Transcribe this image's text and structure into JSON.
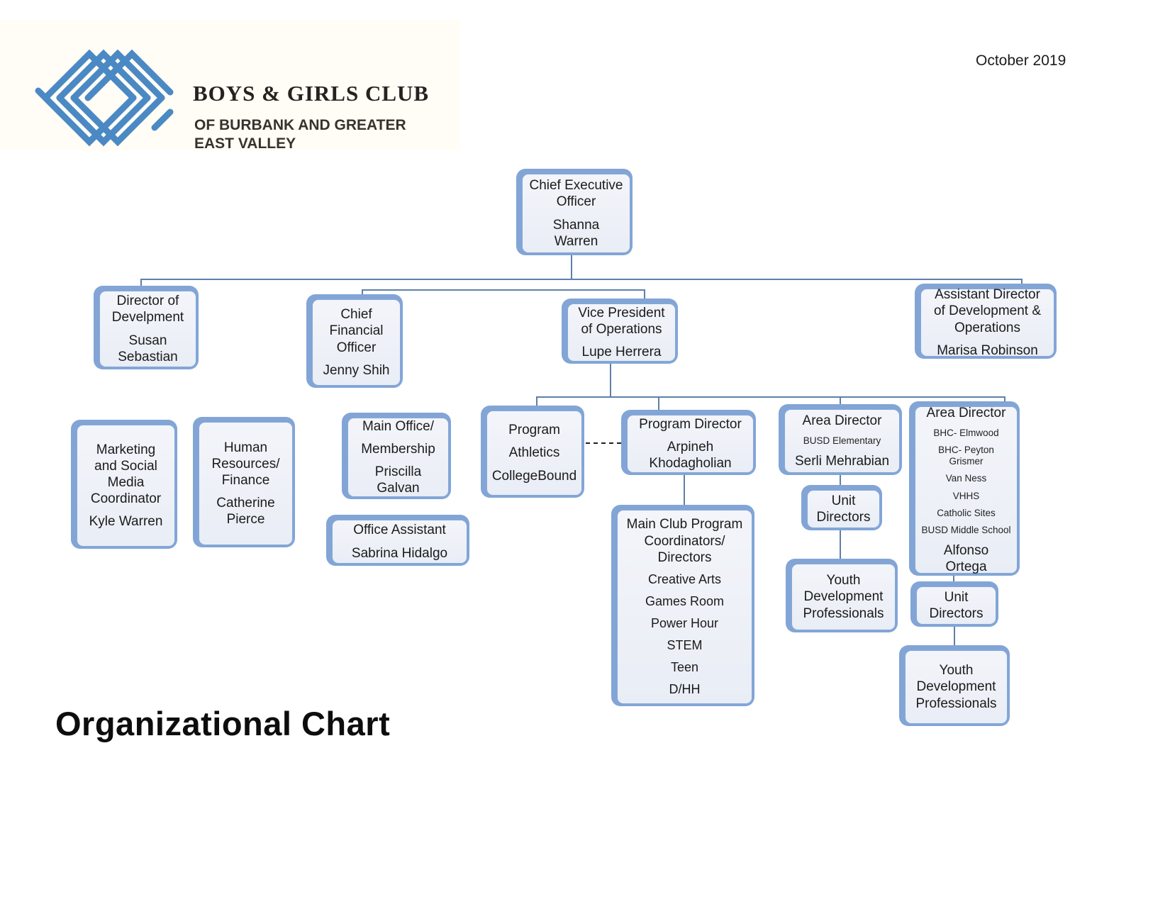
{
  "meta": {
    "date": "October 2019",
    "page_title": "Organizational Chart"
  },
  "logo": {
    "mark": "bgca-interlocking-hands-icon",
    "mark_color": "#4a89c4",
    "title": "BOYS & GIRLS CLUB",
    "subtitle": "OF BURBANK AND GREATER\nEAST VALLEY"
  },
  "colors": {
    "node_back": "#82a5d6",
    "node_fill": "#eef1f8",
    "node_border": "#85a8da",
    "connector": "#5d80a9",
    "dashed_connector": "#1f1f1f"
  },
  "nodes": [
    {
      "id": "ceo",
      "lines": [
        {
          "text": "Chief Executive\nOfficer",
          "style": "title"
        },
        {
          "text": "Shanna\nWarren",
          "style": "name"
        }
      ]
    },
    {
      "id": "dod",
      "lines": [
        {
          "text": "Director of\nDevelpment",
          "style": "title"
        },
        {
          "text": "Susan\nSebastian",
          "style": "name"
        }
      ]
    },
    {
      "id": "cfo",
      "lines": [
        {
          "text": "Chief\nFinancial\nOfficer",
          "style": "title"
        },
        {
          "text": "Jenny Shih",
          "style": "name"
        }
      ]
    },
    {
      "id": "vp",
      "lines": [
        {
          "text": "Vice President\nof Operations",
          "style": "title"
        },
        {
          "text": "Lupe Herrera",
          "style": "name"
        }
      ]
    },
    {
      "id": "asst",
      "lines": [
        {
          "text": "Assistant Director\nof Development &\nOperations",
          "style": "title"
        },
        {
          "text": "Marisa Robinson",
          "style": "name"
        }
      ]
    },
    {
      "id": "mkt",
      "lines": [
        {
          "text": "Marketing\nand Social\nMedia\nCoordinator",
          "style": "title"
        },
        {
          "text": "Kyle Warren",
          "style": "name"
        }
      ]
    },
    {
      "id": "hr",
      "lines": [
        {
          "text": "Human\nResources/\nFinance",
          "style": "title"
        },
        {
          "text": "Catherine\nPierce",
          "style": "name"
        }
      ]
    },
    {
      "id": "office",
      "lines": [
        {
          "text": "Main Office/",
          "style": "title"
        },
        {
          "text": "Membership",
          "style": "title"
        },
        {
          "text": "Priscilla\nGalvan",
          "style": "name"
        }
      ]
    },
    {
      "id": "oa",
      "lines": [
        {
          "text": "Office Assistant",
          "style": "title"
        },
        {
          "text": "Sabrina Hidalgo",
          "style": "name"
        }
      ]
    },
    {
      "id": "prog",
      "lines": [
        {
          "text": "Program",
          "style": "title"
        },
        {
          "text": "Athletics",
          "style": "title"
        },
        {
          "text": "CollegeBound",
          "style": "title"
        }
      ]
    },
    {
      "id": "pd",
      "lines": [
        {
          "text": "Program Director",
          "style": "title"
        },
        {
          "text": "Arpineh\nKhodagholian",
          "style": "name"
        }
      ]
    },
    {
      "id": "adl",
      "lines": [
        {
          "text": "Area Director",
          "style": "title"
        },
        {
          "text": "BUSD Elementary",
          "style": "small"
        },
        {
          "text": "Serli Mehrabian",
          "style": "name"
        }
      ]
    },
    {
      "id": "adr",
      "lines": [
        {
          "text": "Area Director",
          "style": "title"
        },
        {
          "text": "BHC- Elmwood",
          "style": "small"
        },
        {
          "text": "BHC- Peyton\nGrismer",
          "style": "small"
        },
        {
          "text": "Van Ness",
          "style": "small"
        },
        {
          "text": "VHHS",
          "style": "small"
        },
        {
          "text": "Catholic Sites",
          "style": "small"
        },
        {
          "text": "BUSD Middle School",
          "style": "small"
        },
        {
          "text": "Alfonso\nOrtega",
          "style": "name"
        }
      ]
    },
    {
      "id": "udm",
      "lines": [
        {
          "text": "Unit\nDirectors",
          "style": "title"
        }
      ]
    },
    {
      "id": "ydm",
      "lines": [
        {
          "text": "Youth\nDevelopment\nProfessionals",
          "style": "title"
        }
      ]
    },
    {
      "id": "udr",
      "lines": [
        {
          "text": "Unit\nDirectors",
          "style": "title"
        }
      ]
    },
    {
      "id": "ydr",
      "lines": [
        {
          "text": "Youth\nDevelopment\nProfessionals",
          "style": "title"
        }
      ]
    },
    {
      "id": "mc",
      "lines": [
        {
          "text": "Main Club Program\nCoordinators/\nDirectors",
          "style": "title"
        },
        {
          "text": "Creative Arts",
          "style": "item"
        },
        {
          "text": "Games Room",
          "style": "item"
        },
        {
          "text": "Power Hour",
          "style": "item"
        },
        {
          "text": "STEM",
          "style": "item"
        },
        {
          "text": "Teen",
          "style": "item"
        },
        {
          "text": "D/HH",
          "style": "item"
        }
      ]
    }
  ]
}
